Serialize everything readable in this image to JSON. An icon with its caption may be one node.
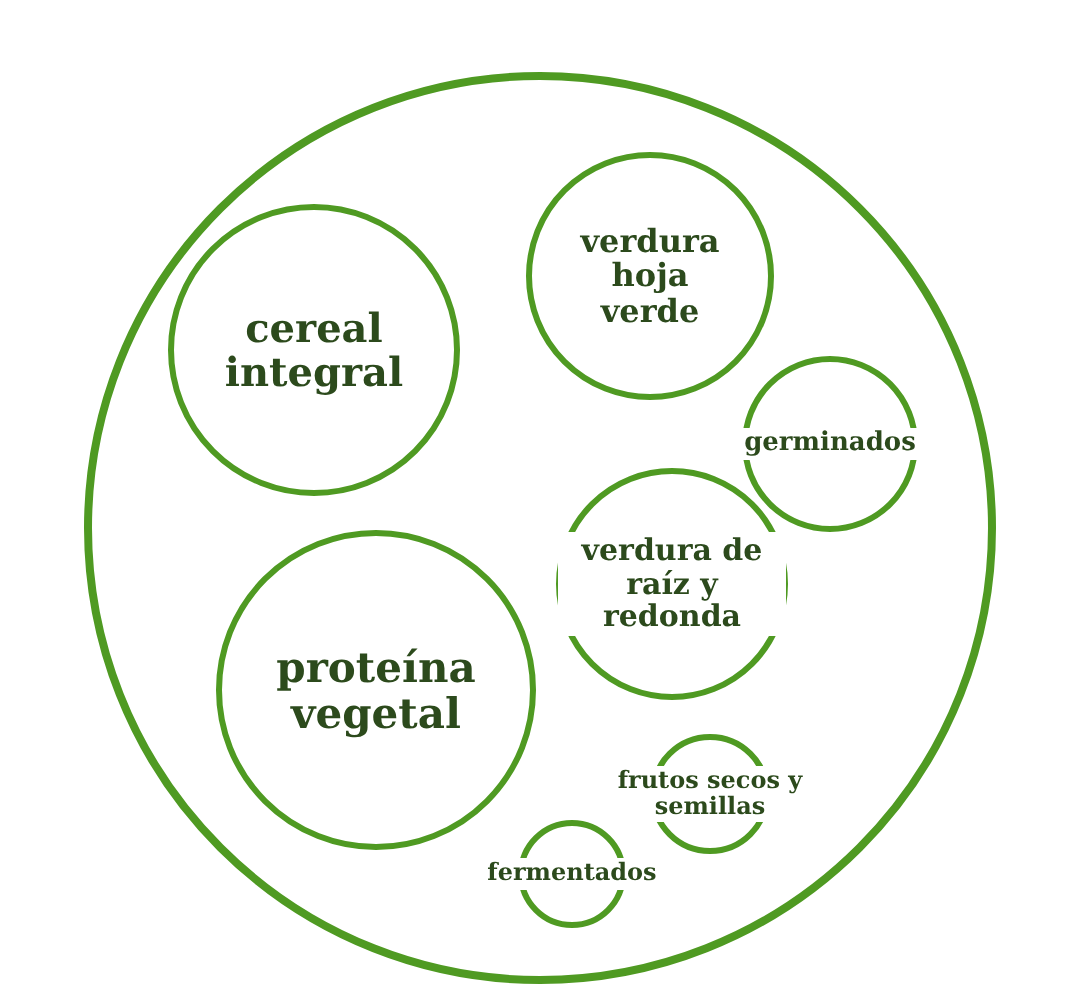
{
  "diagram": {
    "nodes": [
      {
        "text": [],
        "shape": "circle"
      },
      {
        "text": [
          "cereal integral"
        ],
        "in": 0
      },
      {
        "text": [
          "verdura hoja verde"
        ],
        "in": 0
      },
      {
        "text": [
          "germinados"
        ],
        "in": 0
      },
      {
        "text": [
          "verdura de raíz y redonda"
        ],
        "in": 0
      },
      {
        "text": [
          "proteína vegetal"
        ],
        "in": 0
      },
      {
        "text": [
          "frutos secos y semillas"
        ],
        "in": 0
      },
      {
        "text": [
          "fermentados"
        ],
        "in": 0
      }
    ]
  }
}
